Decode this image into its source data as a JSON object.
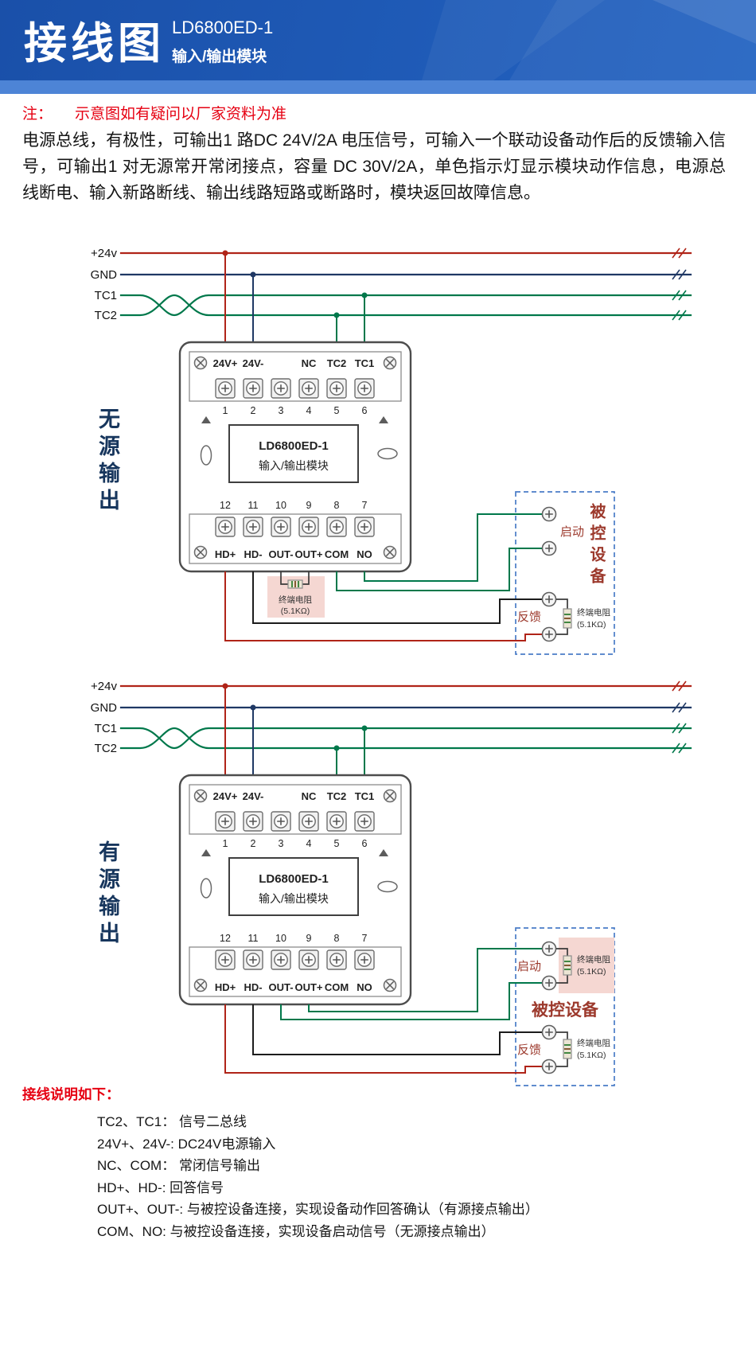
{
  "header": {
    "title": "接线图",
    "model": "LD6800ED-1",
    "subtitle": "输入/输出模块"
  },
  "note": {
    "prefix": "注：",
    "text": "示意图如有疑问以厂家资料为准"
  },
  "description": "电源总线，有极性，可输出1 路DC 24V/2A 电压信号，可输入一个联动设备动作后的反馈输入信号，可输出1 对无源常开常闭接点，容量 DC 30V/2A，单色指示灯显示模块动作信息，电源总线断电、输入新路断线、输出线路短路或断路时，模块返回故障信息。",
  "sections": {
    "passive": "无源输出",
    "active": "有源输出"
  },
  "buses": {
    "labels": [
      "+24v",
      "GND",
      "TC1",
      "TC2"
    ]
  },
  "module": {
    "model": "LD6800ED-1",
    "type": "输入/输出模块",
    "top_labels": [
      "24V+",
      "24V-",
      "NC",
      "TC2",
      "TC1"
    ],
    "top_numbers": [
      "1",
      "2",
      "3",
      "4",
      "5",
      "6"
    ],
    "bottom_numbers": [
      "12",
      "11",
      "10",
      "9",
      "8",
      "7"
    ],
    "bottom_labels": [
      "HD+",
      "HD-",
      "OUT-",
      "OUT+",
      "COM",
      "NO"
    ]
  },
  "device": {
    "name": "被控设备",
    "start": "启动",
    "feedback": "反馈"
  },
  "resistor": {
    "label": "终端电阻",
    "value": "(5.1KΩ)"
  },
  "legend": {
    "heading": "接线说明如下：",
    "items": [
      "TC2、TC1： 信号二总线",
      "24V+、24V-: DC24V电源输入",
      "NC、COM： 常闭信号输出",
      "HD+、HD-: 回答信号",
      "OUT+、OUT-: 与被控设备连接，实现设备动作回答确认（有源接点输出）",
      "COM、NO: 与被控设备连接，实现设备启动信号（无源接点输出）"
    ]
  },
  "colors": {
    "header_blue": "#1d57b4",
    "header_stripe": "#4d84d6",
    "note_red": "#e60012",
    "wire_red": "#b02418",
    "wire_gnd_navy": "#1f3864",
    "wire_signal_green": "#00784b",
    "wire_black": "#1c1c1c",
    "device_label_red": "#9c392c",
    "dashed_box_blue": "#4a7cc7",
    "resistor_box_pink": "#f5d7d2",
    "section_label_navy": "#17365d"
  }
}
